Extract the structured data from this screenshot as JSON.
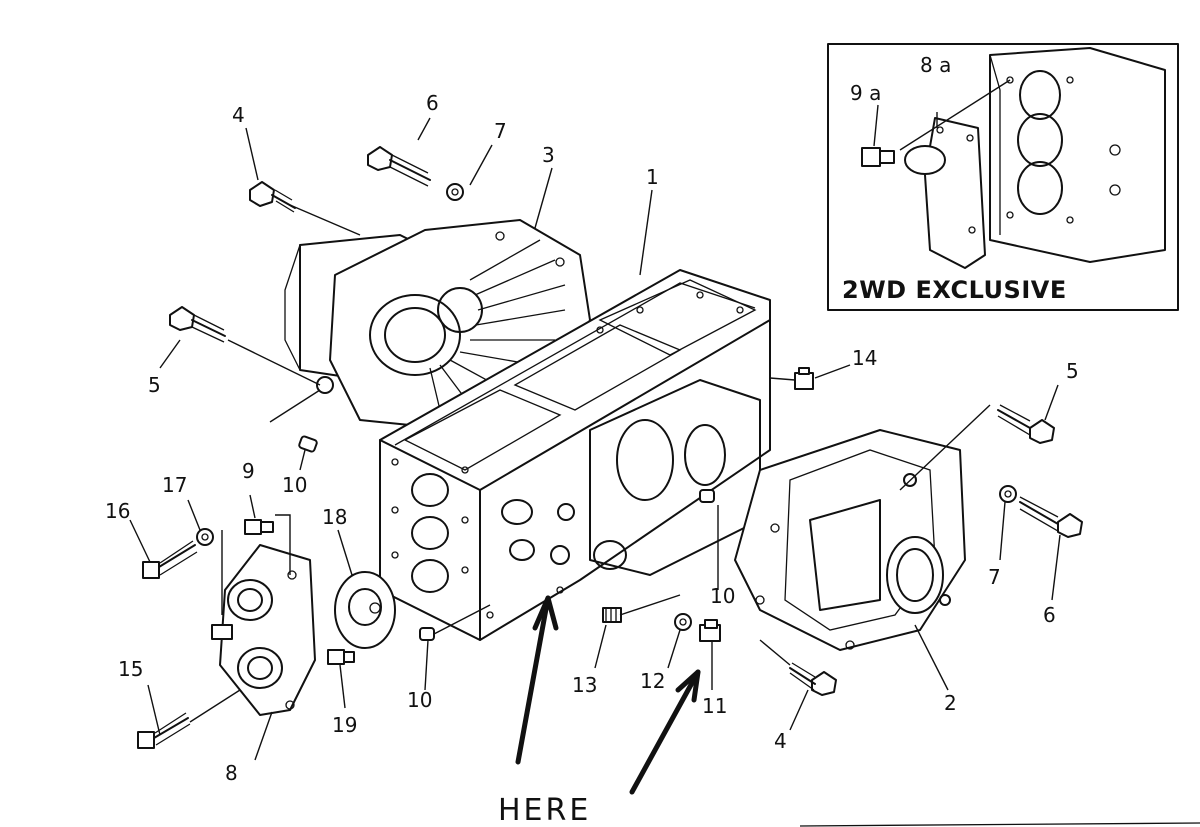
{
  "inset": {
    "title": "2WD EXCLUSIVE",
    "labels": {
      "8a": "8 a",
      "9a": "9 a"
    }
  },
  "labels": {
    "p1": "1",
    "p2": "2",
    "p3": "3",
    "p4a": "4",
    "p4b": "4",
    "p5a": "5",
    "p5b": "5",
    "p6a": "6",
    "p6b": "6",
    "p7a": "7",
    "p7b": "7",
    "p8": "8",
    "p9": "9",
    "p10a": "10",
    "p10b": "10",
    "p10c": "10",
    "p11": "11",
    "p12": "12",
    "p13": "13",
    "p14": "14",
    "p15": "15",
    "p16": "16",
    "p17": "17",
    "p18": "18",
    "p19": "19"
  },
  "annotation": {
    "text": "HERE"
  }
}
